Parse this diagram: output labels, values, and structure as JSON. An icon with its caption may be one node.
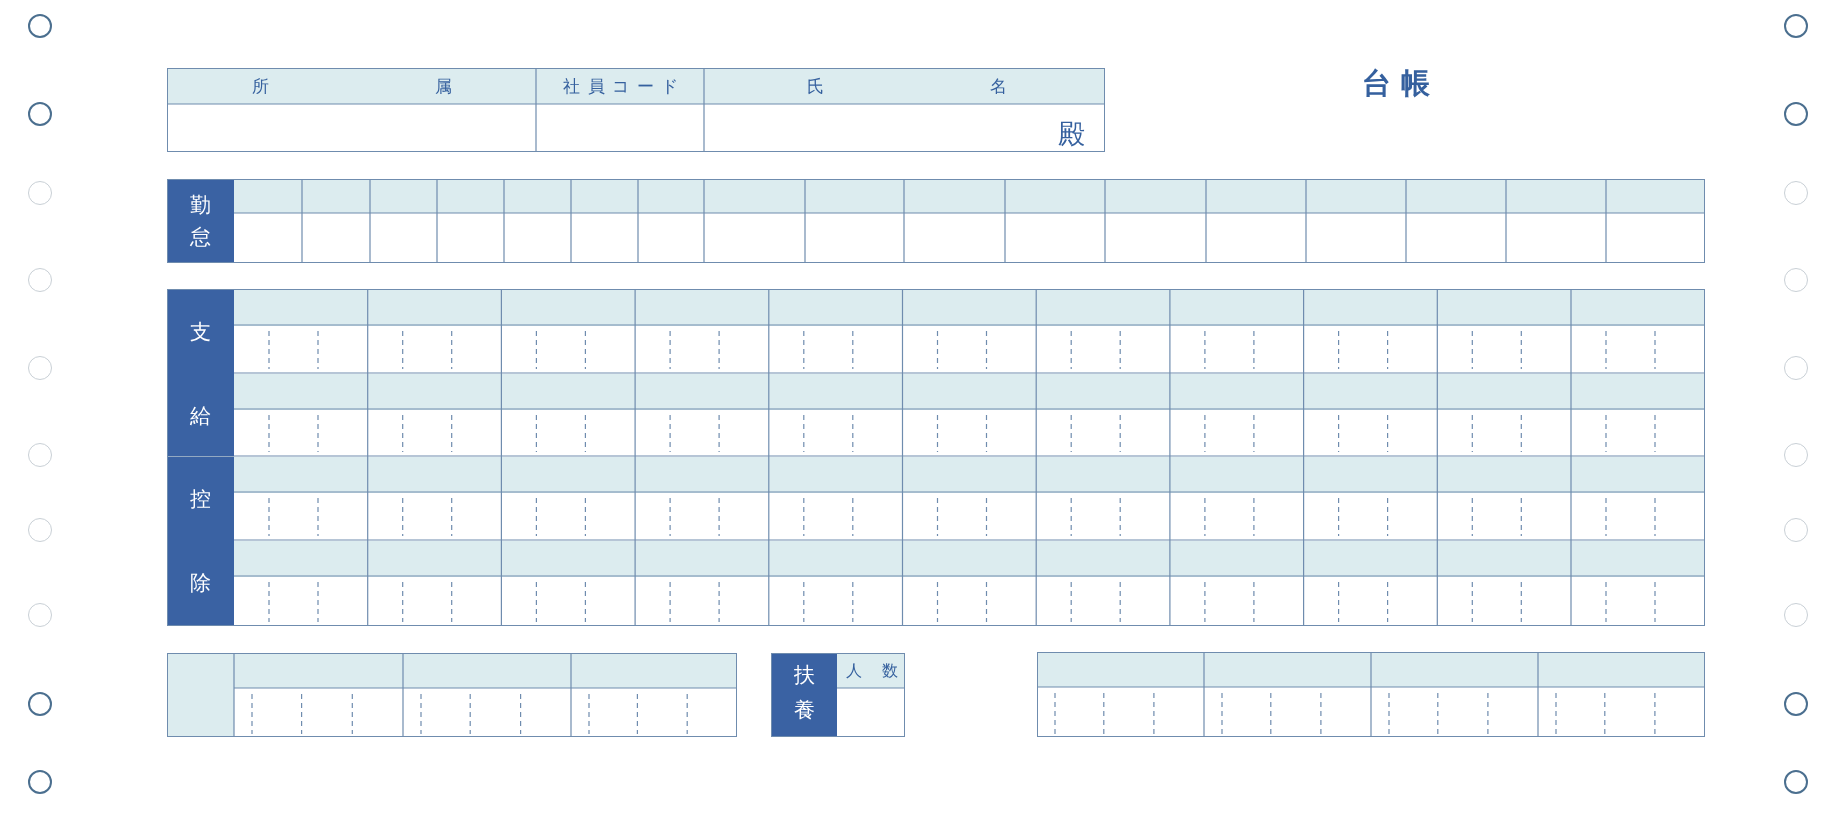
{
  "diagram": {
    "title": "台帳",
    "labels": [
      "所属",
      "社員コード",
      "氏名",
      "殿",
      "勤怠",
      "支給",
      "控除",
      "扶養",
      "人数"
    ]
  }
}
